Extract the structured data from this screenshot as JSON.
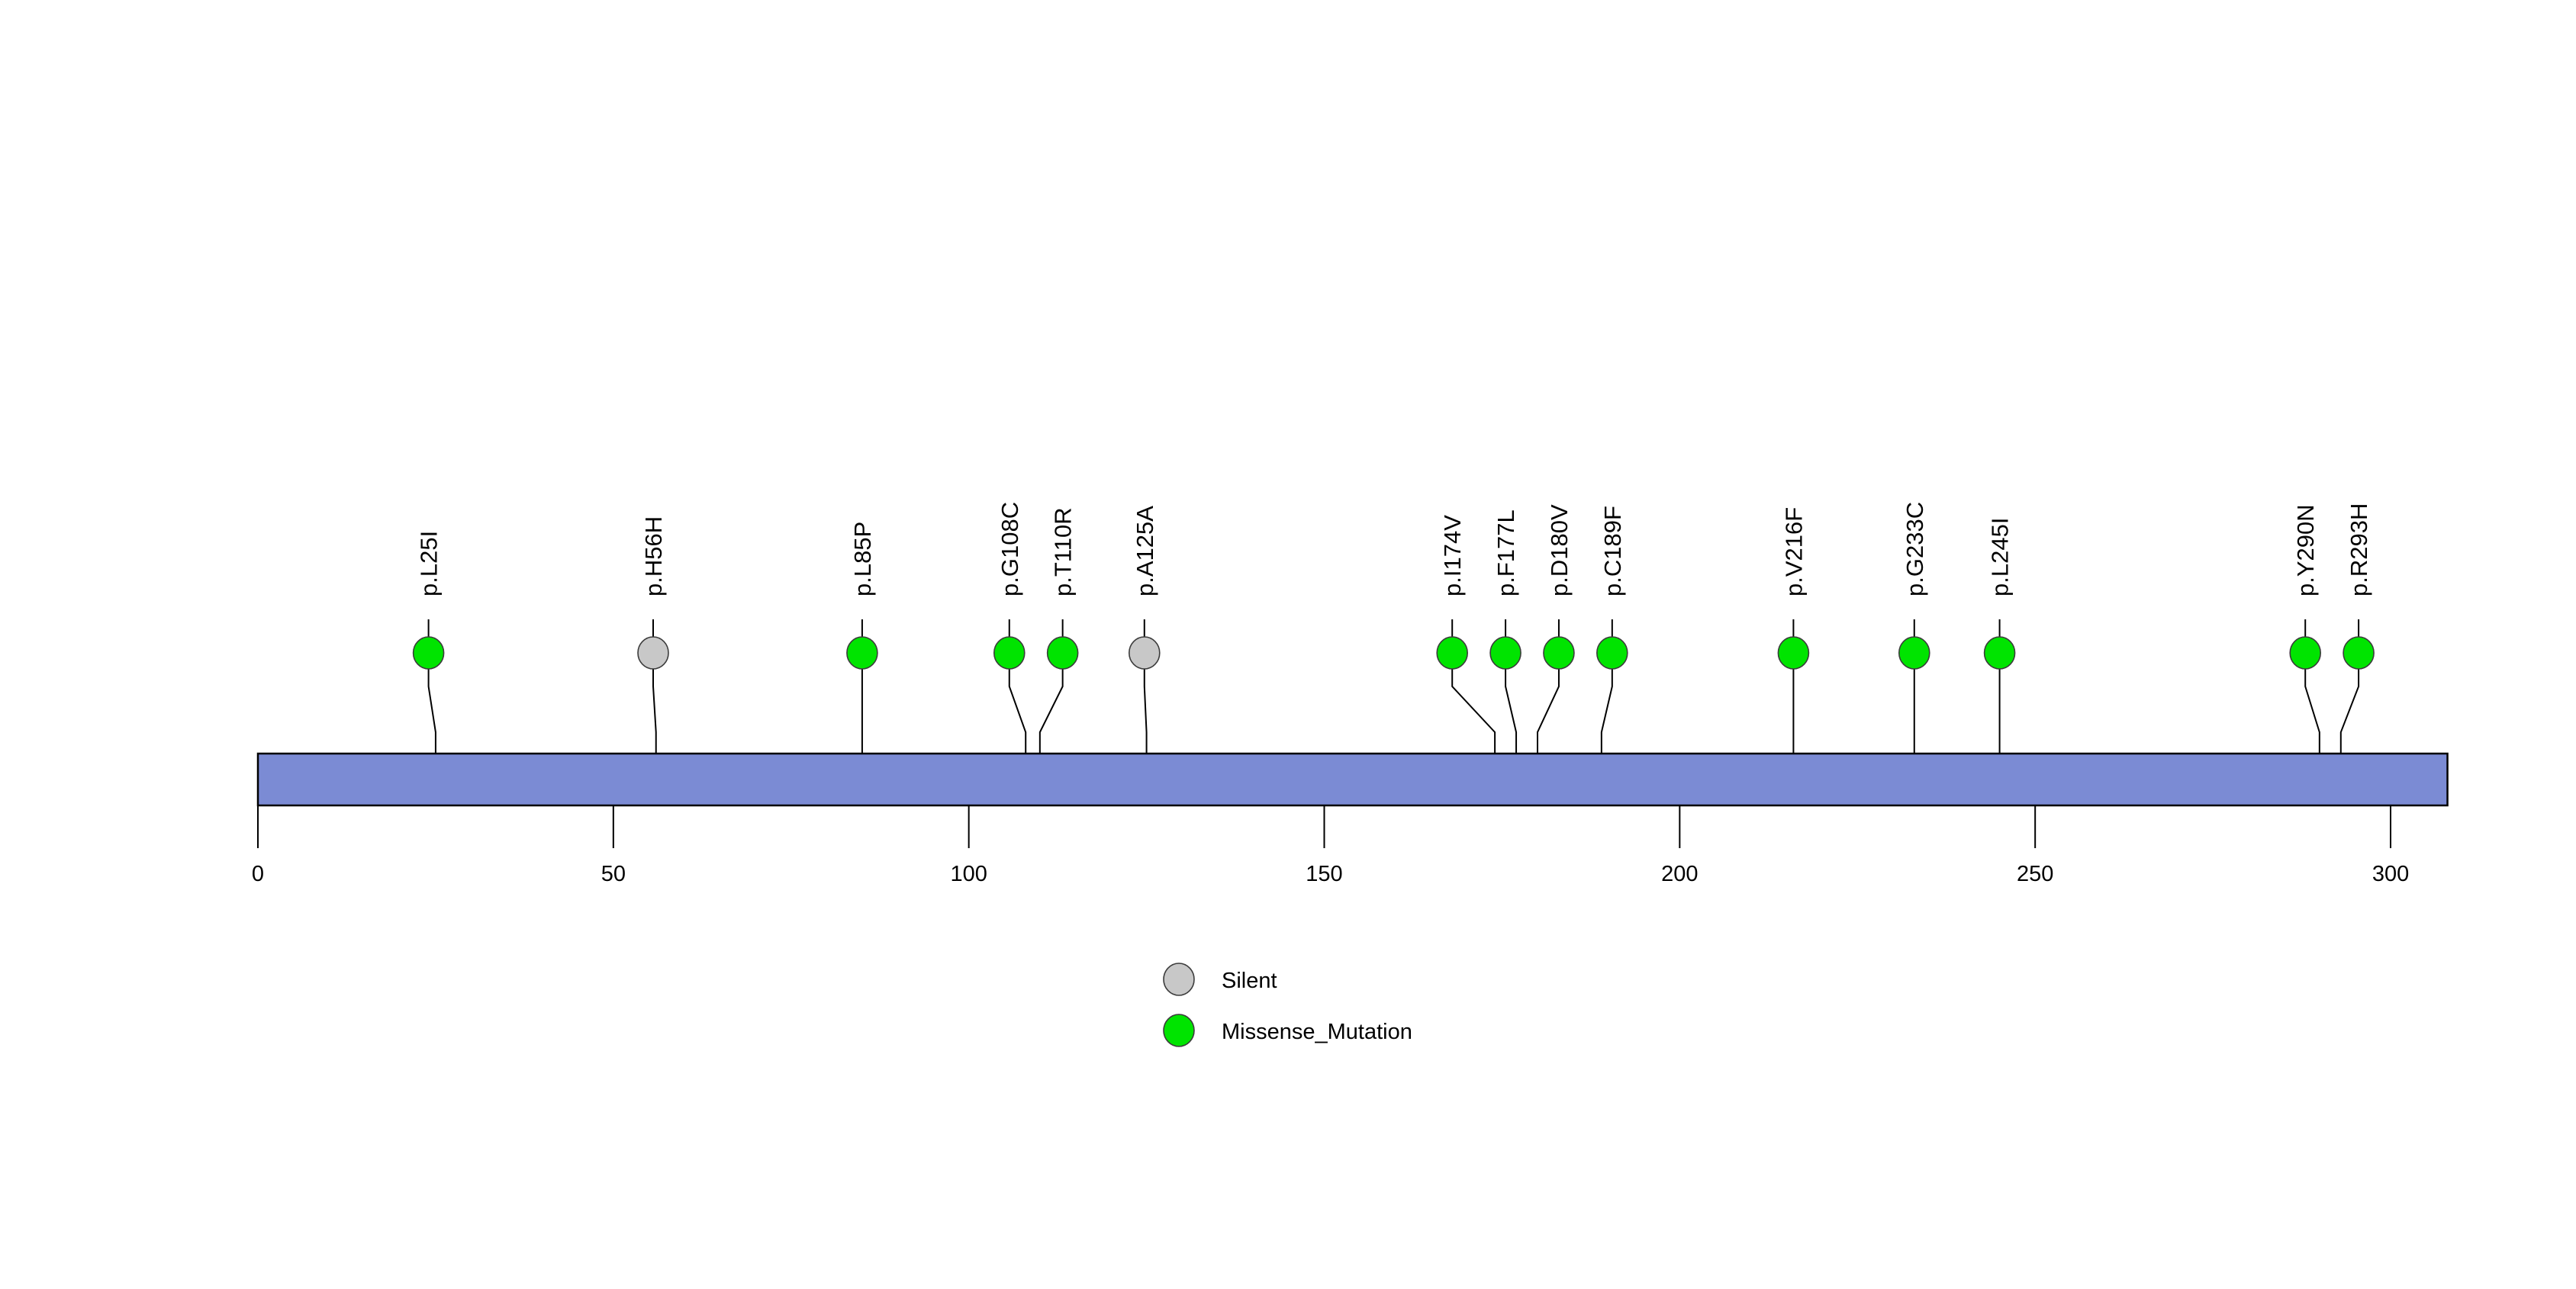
{
  "chart_data": {
    "type": "lollipop",
    "title": "",
    "subtitle": "",
    "xlabel": "",
    "ylabel": "",
    "xlim": [
      0,
      308
    ],
    "grid": false,
    "protein_length": 308,
    "axis_ticks": [
      {
        "value": 0,
        "label": "0"
      },
      {
        "value": 50,
        "label": "50"
      },
      {
        "value": 100,
        "label": "100"
      },
      {
        "value": 150,
        "label": "150"
      },
      {
        "value": 200,
        "label": "200"
      },
      {
        "value": 250,
        "label": "250"
      },
      {
        "value": 300,
        "label": "300"
      }
    ],
    "domain_bar": {
      "start": 0,
      "end": 308,
      "color": "#7b8bd4",
      "border_color": "#000000"
    },
    "legend": {
      "position": "bottom-center",
      "entries": [
        {
          "label": "Silent",
          "color": "#c8c8c8"
        },
        {
          "label": "Missense_Mutation",
          "color": "#00e400"
        }
      ]
    },
    "categories": [
      "p.L25I",
      "p.H56H",
      "p.L85P",
      "p.G108C",
      "p.T110R",
      "p.A125A",
      "p.I174V",
      "p.F177L",
      "p.D180V",
      "p.C189F",
      "p.V216F",
      "p.G233C",
      "p.L245I",
      "p.Y290N",
      "p.R293H"
    ],
    "values": [
      1,
      1,
      1,
      1,
      1,
      1,
      1,
      1,
      1,
      1,
      1,
      1,
      1,
      1,
      1
    ],
    "mutations": [
      {
        "label": "p.L25I",
        "position": 25,
        "count": 1,
        "type": "Missense_Mutation",
        "color": "#00e400",
        "label_position": 24.0
      },
      {
        "label": "p.H56H",
        "position": 56,
        "count": 1,
        "type": "Silent",
        "color": "#c8c8c8",
        "label_position": 55.6
      },
      {
        "label": "p.L85P",
        "position": 85,
        "count": 1,
        "type": "Missense_Mutation",
        "color": "#00e400",
        "label_position": 85.0
      },
      {
        "label": "p.G108C",
        "position": 108,
        "count": 1,
        "type": "Missense_Mutation",
        "color": "#00e400",
        "label_position": 105.7
      },
      {
        "label": "p.T110R",
        "position": 110,
        "count": 1,
        "type": "Missense_Mutation",
        "color": "#00e400",
        "label_position": 113.2
      },
      {
        "label": "p.A125A",
        "position": 125,
        "count": 1,
        "type": "Silent",
        "color": "#c8c8c8",
        "label_position": 124.7
      },
      {
        "label": "p.I174V",
        "position": 174,
        "count": 1,
        "type": "Missense_Mutation",
        "color": "#00e400",
        "label_position": 168.0
      },
      {
        "label": "p.F177L",
        "position": 177,
        "count": 1,
        "type": "Missense_Mutation",
        "color": "#00e400",
        "label_position": 175.5
      },
      {
        "label": "p.D180V",
        "position": 180,
        "count": 1,
        "type": "Missense_Mutation",
        "color": "#00e400",
        "label_position": 183.0
      },
      {
        "label": "p.C189F",
        "position": 189,
        "count": 1,
        "type": "Missense_Mutation",
        "color": "#00e400",
        "label_position": 190.5
      },
      {
        "label": "p.V216F",
        "position": 216,
        "count": 1,
        "type": "Missense_Mutation",
        "color": "#00e400",
        "label_position": 216.0
      },
      {
        "label": "p.G233C",
        "position": 233,
        "count": 1,
        "type": "Missense_Mutation",
        "color": "#00e400",
        "label_position": 233.0
      },
      {
        "label": "p.L245I",
        "position": 245,
        "count": 1,
        "type": "Missense_Mutation",
        "color": "#00e400",
        "label_position": 245.0
      },
      {
        "label": "p.Y290N",
        "position": 290,
        "count": 1,
        "type": "Missense_Mutation",
        "color": "#00e400",
        "label_position": 288.0
      },
      {
        "label": "p.R293H",
        "position": 293,
        "count": 1,
        "type": "Missense_Mutation",
        "color": "#00e400",
        "label_position": 295.5
      }
    ]
  }
}
